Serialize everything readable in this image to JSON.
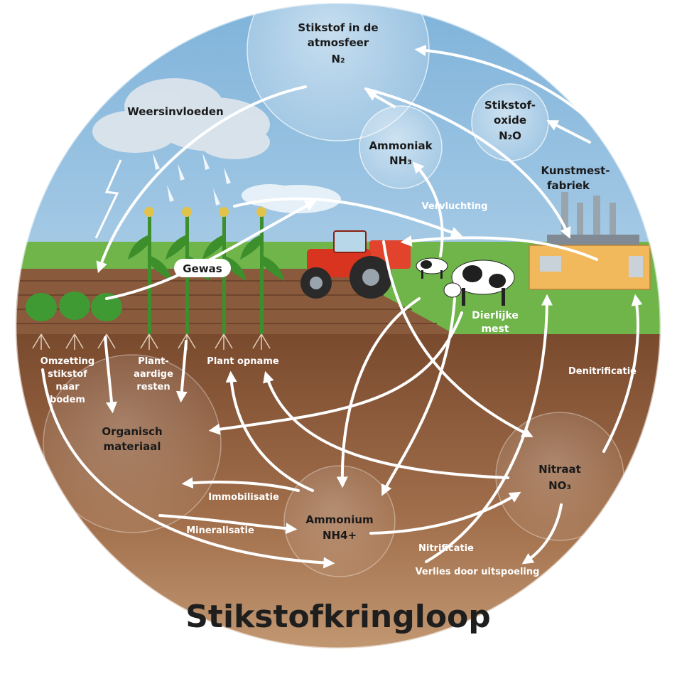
{
  "title": "Stikstofkringloop",
  "nodes": {
    "atmosphere": {
      "line1": "Stikstof in de",
      "line2": "atmosfeer",
      "line3": "N₂"
    },
    "ammoniak": {
      "line1": "Ammoniak",
      "line2": "NH₃"
    },
    "stikstofoxide": {
      "line1": "Stikstof-",
      "line2": "oxide",
      "line3": "N₂O"
    },
    "organisch": {
      "line1": "Organisch",
      "line2": "materiaal"
    },
    "ammonium": {
      "line1": "Ammonium",
      "line2": "NH4+"
    },
    "nitraat": {
      "line1": "Nitraat",
      "line2": "NO₃"
    }
  },
  "labels": {
    "weersinvloeden": "Weersinvloeden",
    "kunstmest_1": "Kunstmest-",
    "kunstmest_2": "fabriek",
    "vervluchting": "Vervluchting",
    "gewas": "Gewas",
    "dierlijke_1": "Dierlijke",
    "dierlijke_2": "mest",
    "omzetting_1": "Omzetting",
    "omzetting_2": "stikstof",
    "omzetting_3": "naar",
    "omzetting_4": "bodem",
    "plantaardig_1": "Plant-",
    "plantaardig_2": "aardige",
    "plantaardig_3": "resten",
    "plant_opname": "Plant opname",
    "denitrificatie": "Denitrificatie",
    "immobilisatie": "Immobilisatie",
    "mineralisatie": "Mineralisatie",
    "nitrificatie": "Nitrificatie",
    "uitspoeling": "Verlies door uitspoeling"
  },
  "colors": {
    "sky_top": "#7fb3da",
    "sky_bottom": "#e4f0f8",
    "grass": "#6fb54a",
    "field": "#8a5a3c",
    "soil_top": "#7a4a2e",
    "soil_bottom": "#c8a07a",
    "arrow": "#ffffff",
    "factory": "#f2b85c",
    "tractor": "#d8341f"
  }
}
